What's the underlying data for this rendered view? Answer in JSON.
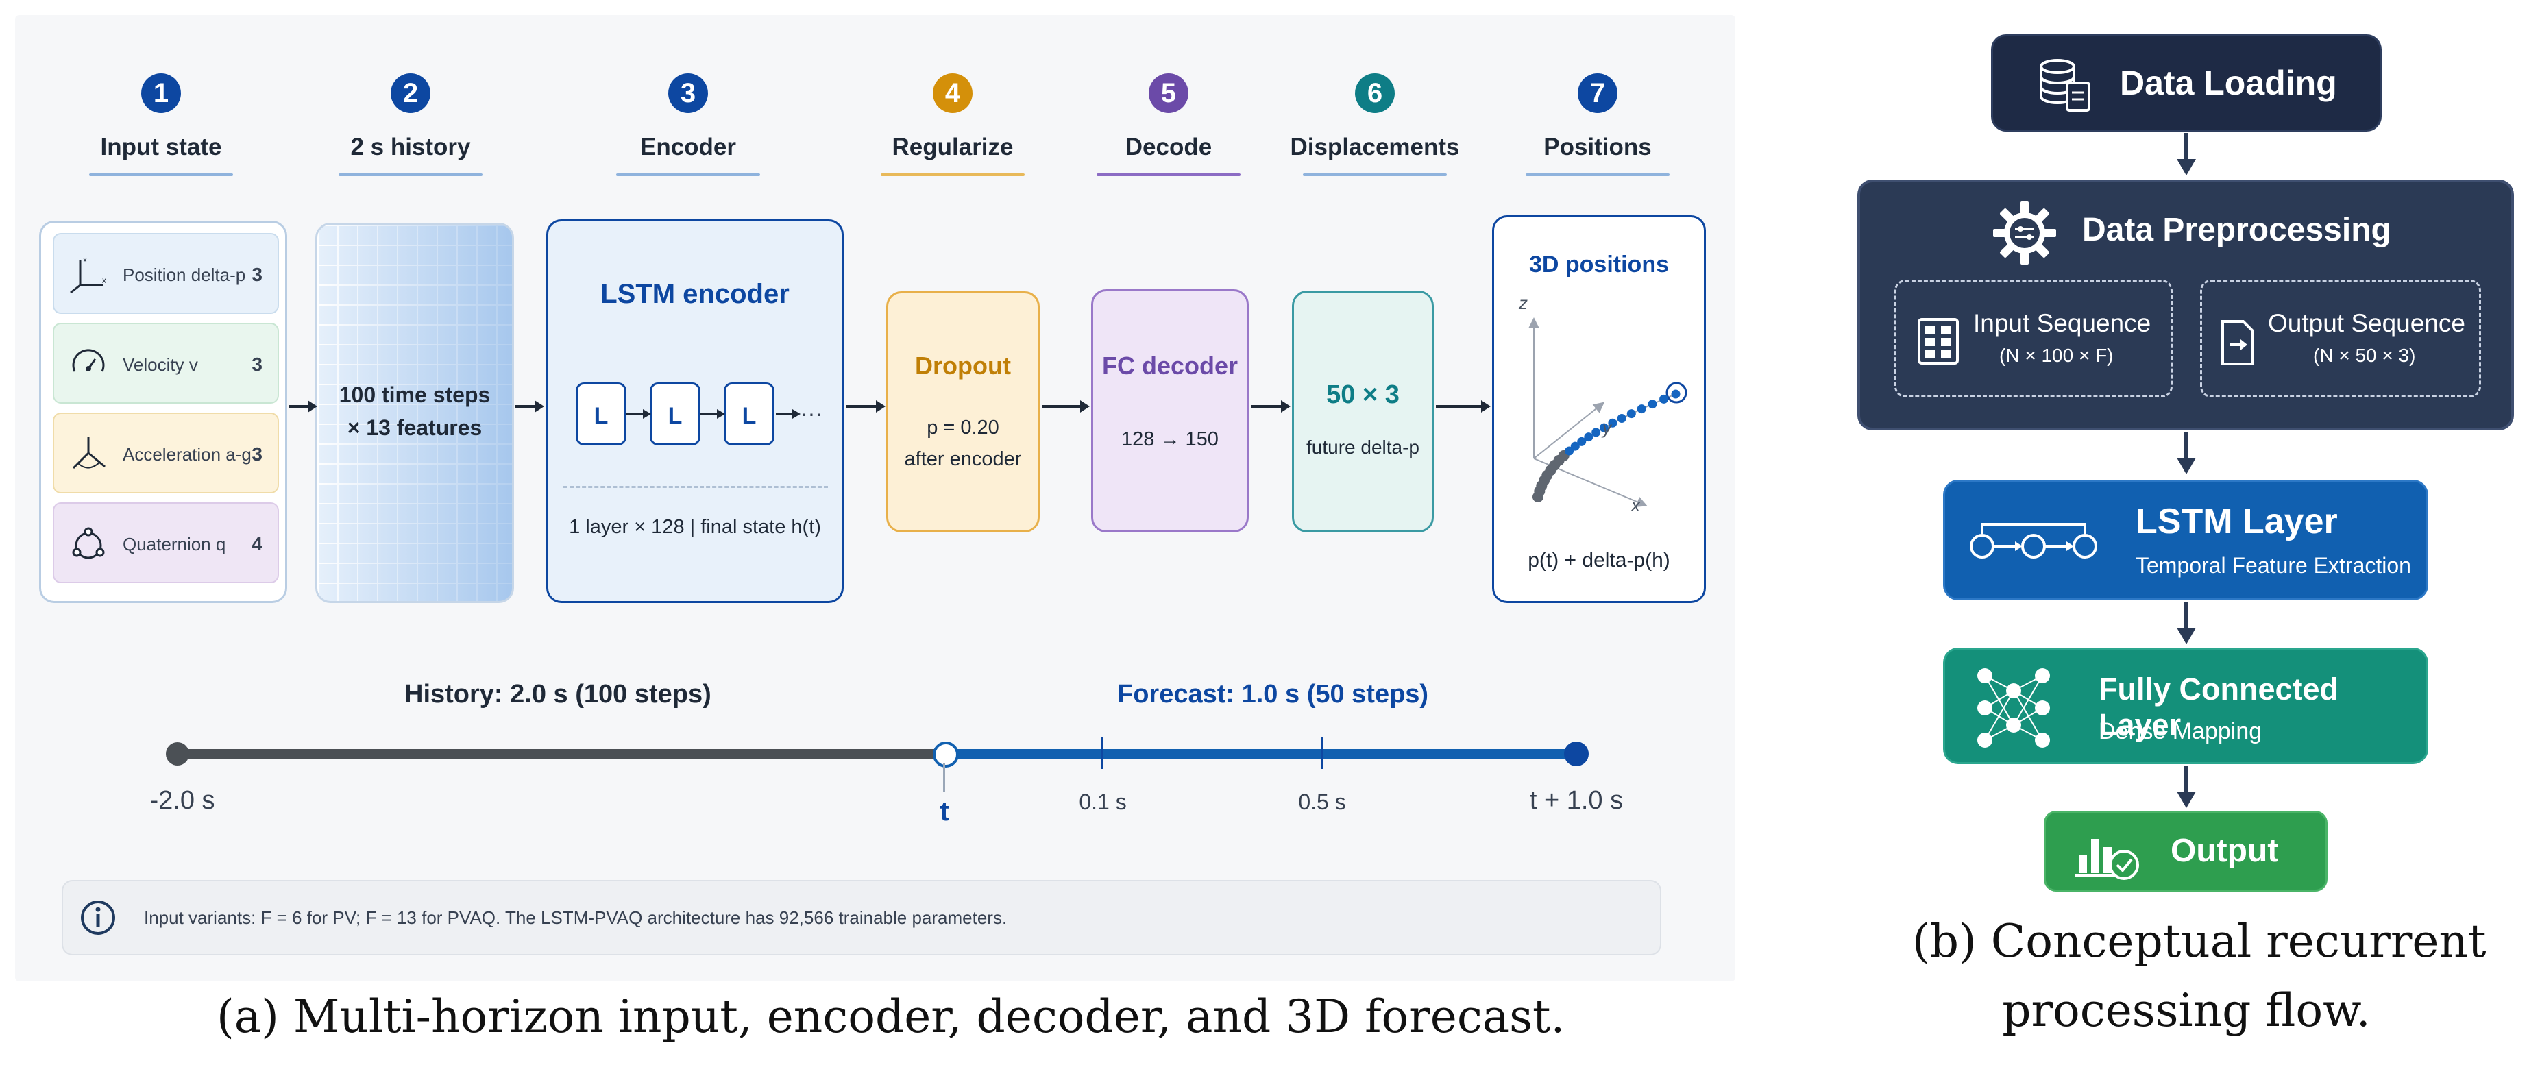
{
  "panel_a": {
    "steps": [
      {
        "num": "1",
        "label": "Input state",
        "color": "#0d47a1"
      },
      {
        "num": "2",
        "label": "2 s history",
        "color": "#0d47a1"
      },
      {
        "num": "3",
        "label": "Encoder",
        "color": "#0d47a1"
      },
      {
        "num": "4",
        "label": "Regularize",
        "color": "#d4900a"
      },
      {
        "num": "5",
        "label": "Decode",
        "color": "#6b4aa8"
      },
      {
        "num": "6",
        "label": "Displacements",
        "color": "#0e7d86"
      },
      {
        "num": "7",
        "label": "Positions",
        "color": "#0d47a1"
      }
    ],
    "inputs": [
      {
        "name": "Position delta-p",
        "dim": "3",
        "bg": "#e8f1fa",
        "icon": "axes-icon"
      },
      {
        "name": "Velocity v",
        "dim": "3",
        "bg": "#e9f6ee",
        "icon": "gauge-icon"
      },
      {
        "name": "Acceleration a-g",
        "dim": "3",
        "bg": "#fdf3dc",
        "icon": "tripod-icon"
      },
      {
        "name": "Quaternion q",
        "dim": "4",
        "bg": "#efe6f5",
        "icon": "orbit-icon"
      }
    ],
    "history": {
      "line1": "100 time steps",
      "line2": "× 13 features"
    },
    "encoder": {
      "title": "LSTM encoder",
      "cell": "L",
      "ellipsis": "···",
      "note": "1 layer × 128 | final state h(t)"
    },
    "dropout": {
      "title": "Dropout",
      "line1": "p = 0.20",
      "line2": "after encoder"
    },
    "decoder": {
      "title": "FC decoder",
      "detail": "128 → 150"
    },
    "displacements": {
      "title": "50 × 3",
      "detail": "future delta-p"
    },
    "positions": {
      "title": "3D positions",
      "axis_z": "z",
      "axis_y": "y",
      "axis_x": "x",
      "formula": "p(t) + delta-p(h)"
    },
    "timeline": {
      "history_label": "History: 2.0 s (100 steps)",
      "forecast_label": "Forecast: 1.0 s (50 steps)",
      "start": "-2.0 s",
      "now": "t",
      "tick1": "0.1 s",
      "tick2": "0.5 s",
      "end": "t + 1.0 s"
    },
    "info": {
      "icon": "info-icon",
      "text": "Input variants: F = 6 for PV; F = 13 for PVAQ. The LSTM-PVAQ architecture has 92,566 trainable parameters."
    },
    "caption": "(a) Multi-horizon input, encoder, decoder, and 3D forecast."
  },
  "panel_b": {
    "data_loading": "Data Loading",
    "preprocessing": {
      "title": "Data Preprocessing",
      "input_title": "Input Sequence",
      "input_shape": "(N × 100 × F)",
      "output_title": "Output Sequence",
      "output_shape": "(N × 50 × 3)"
    },
    "lstm": {
      "title": "LSTM Layer",
      "subtitle": "Temporal Feature Extraction"
    },
    "fc": {
      "title": "Fully Connected Layer",
      "subtitle": "Dense Mapping"
    },
    "output": "Output",
    "caption_line1": "(b) Conceptual recurrent",
    "caption_line2": "processing flow."
  },
  "colors": {
    "navy": "#0d47a1",
    "amber": "#d4900a",
    "purple": "#6b4aa8",
    "teal": "#0e7d86",
    "slate": "#2b3a55",
    "lstm_blue": "#1160b0",
    "fc_green": "#14907a",
    "output_green": "#2e9e4f"
  }
}
